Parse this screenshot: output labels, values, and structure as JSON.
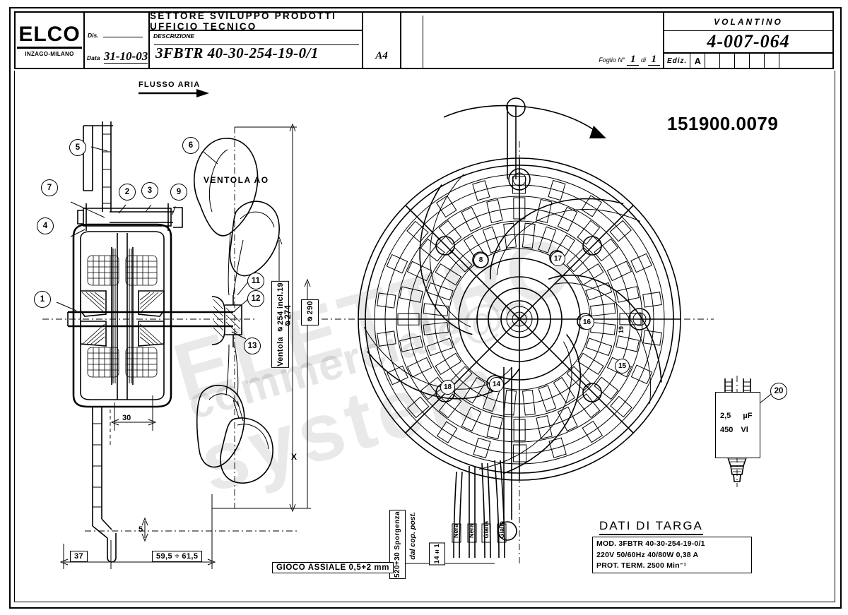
{
  "titleblock": {
    "logo": "ELCO",
    "logo_sub": "INZAGO-MILANO",
    "dis_label": "Dis.",
    "dis_value": "",
    "data_label": "Data",
    "data_value": "31-10-03",
    "sector_header": "SETTORE SVILUPPO PRODOTTI UFFICIO TECNICO",
    "descrizione_label": "DESCRIZIONE",
    "descrizione_value": "3FBTR 40-30-254-19-0/1",
    "format": "A4",
    "foglio_label": "Foglio N°",
    "foglio_num": "1",
    "foglio_di": "di",
    "foglio_tot": "1",
    "volantino": "VOLANTINO",
    "drawing_code": "4-007-064",
    "ediz_label": "Ediz.",
    "ediz_value": "A",
    "ediz_blanks": [
      "",
      "",
      "",
      "",
      "",
      ""
    ]
  },
  "sheet": {
    "part_number": "151900.0079",
    "flusso_aria": "FLUSSO ARIA",
    "ventola_ao": "VENTOLA AO",
    "x_mark": "X",
    "gioco_assiale": "GIOCO  ASSIALE  0,5+2 mm"
  },
  "dimensions": {
    "d37": "37",
    "d59": "59,5 ÷ 61,5",
    "d30": "30",
    "d5": "5",
    "ventola_dia": "Ventola ⌀254 incl.19",
    "d274": "⌀274",
    "d290": "⌀290",
    "spo": "520+30 Sporgenza",
    "spo2": "dal cop. post.",
    "d14": "14±1"
  },
  "wires": [
    {
      "label": "Nera"
    },
    {
      "label": "Nera"
    },
    {
      "label": "Gialla"
    },
    {
      "label": "Gialla"
    }
  ],
  "dati_di_targa": {
    "title": "DATI DI TARGA",
    "rows": [
      "MOD. 3FBTR 40-30-254-19-0/1",
      "220V  50/60Hz   40/80W  0,38 A",
      "PROT. TERM.     2500 Min⁻¹"
    ]
  },
  "capacitor": {
    "value": "2,5",
    "unit": "µF",
    "voltage": "450",
    "voltage_unit": "Vl",
    "callout": "20"
  },
  "callouts_left": [
    "5",
    "6",
    "7",
    "2",
    "3",
    "9",
    "4",
    "1",
    "11",
    "12",
    "13"
  ],
  "callouts_right": [
    "8",
    "14",
    "16",
    "17",
    "18",
    "15",
    "19"
  ],
  "watermark": {
    "line1": "ELETTRO system",
    "line2": "commerciale@s"
  },
  "colors": {
    "ink": "#000000",
    "paper": "#ffffff",
    "watermark": "rgba(0,0,0,0.09)"
  }
}
